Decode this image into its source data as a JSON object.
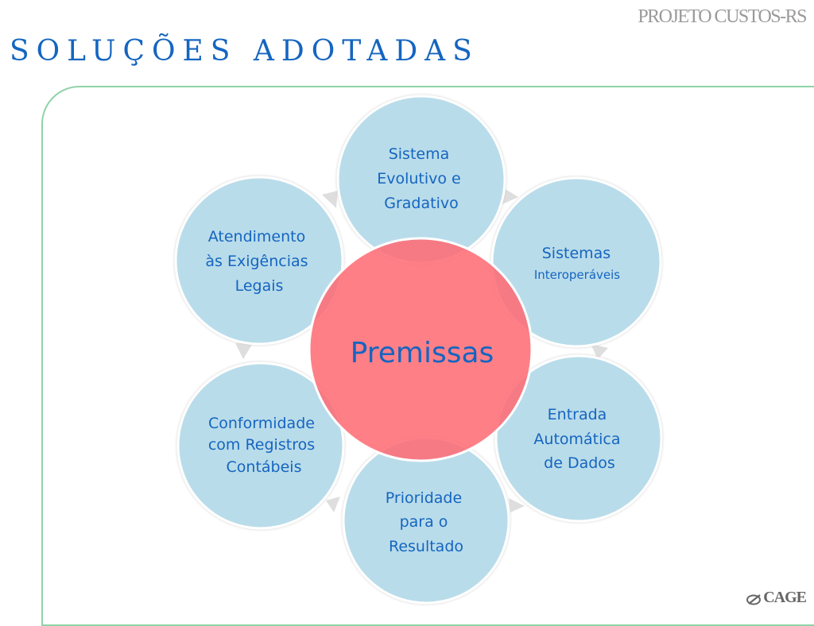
{
  "header": {
    "project_label": "PROJETO CUSTOS-RS",
    "title": "SOLUÇÕES ADOTADAS"
  },
  "diagram": {
    "center_label": "Premissas",
    "petals": [
      {
        "lines": [
          "Sistema",
          "Evolutivo e",
          "Gradativo"
        ]
      },
      {
        "lines": [
          "Sistemas",
          "Interoperáveis"
        ]
      },
      {
        "lines": [
          "Entrada",
          "Automática",
          "de Dados"
        ]
      },
      {
        "lines": [
          "Prioridade",
          "para o",
          "Resultado"
        ]
      },
      {
        "lines": [
          "Conformidade",
          "com Registros",
          "Contábeis"
        ]
      },
      {
        "lines": [
          "Atendimento",
          "às Exigências",
          "Legais"
        ]
      }
    ]
  },
  "footer": {
    "logo_text": "CAGE"
  },
  "colors": {
    "petal_fill": "#b9dcea",
    "center_fill": "#ff7b82",
    "text": "#1565c0",
    "panel_border": "#8fd3a7"
  }
}
